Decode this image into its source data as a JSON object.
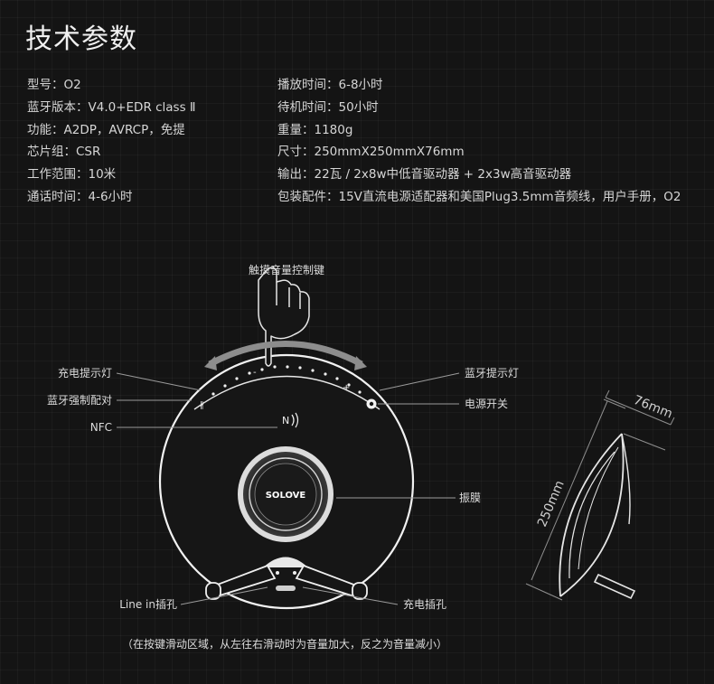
{
  "title": "技术参数",
  "specs_left": [
    "型号：O2",
    "蓝牙版本：V4.0+EDR class Ⅱ",
    "功能：A2DP，AVRCP，免提",
    "芯片组：CSR",
    "工作范围：10米",
    "通话时间：4-6小时"
  ],
  "specs_right": [
    "播放时间：6-8小时",
    "待机时间：50小时",
    "重量：1180g",
    "尺寸：250mmX250mmX76mm",
    "输出：22瓦  / 2x8w中低音驱动器 + 2x3w高音驱动器",
    "包装配件：15V直流电源适配器和美国Plug3.5mm音频线，用户手册，O2"
  ],
  "diagram": {
    "touch_label": "触摸音量控制键",
    "charge_light": "充电提示灯",
    "bt_pair": "蓝牙强制配对",
    "nfc": "NFC",
    "bt_light": "蓝牙提示灯",
    "power": "电源开关",
    "diaphragm": "振膜",
    "line_in": "Line in插孔",
    "charge_port": "充电插孔",
    "logo": "SOLOVE",
    "note": "（在按键滑动区域，从左往右滑动时为音量加大，反之为音量减小）",
    "dim_height": "250mm",
    "dim_depth": "76mm"
  }
}
